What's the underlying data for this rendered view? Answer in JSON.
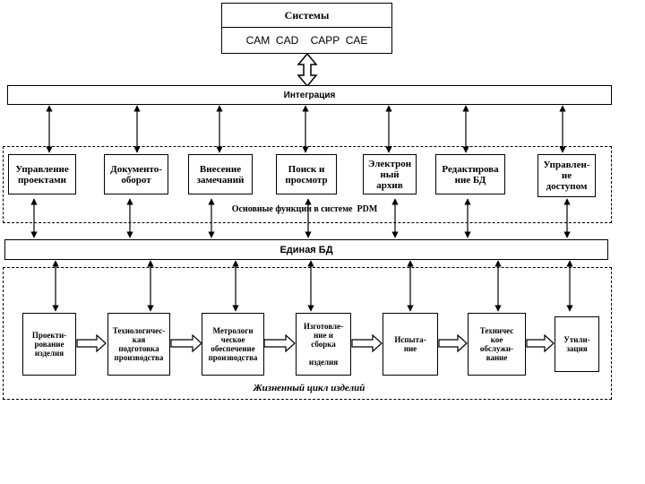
{
  "systems": {
    "title": "Системы",
    "list": "CAM  CAD    CAPP  CAE"
  },
  "integration": {
    "label": "Интеграция"
  },
  "pdm": {
    "caption": "Основные функции в системе  PDM",
    "functions": [
      "Управление\nпроектами",
      "Документо-\nоборот",
      "Внесение\nзамечаний",
      "Поиск и\nпросмотр",
      "Электрон\nный\nархив",
      "Редактирова\nние БД",
      "Управлен-\nие\nдоступом"
    ]
  },
  "db": {
    "label": "Единая БД"
  },
  "lifecycle": {
    "caption": "Жизненный цикл изделий",
    "stages": [
      "Проекти-\nрование\nизделия",
      "Технологичес-\nкая\nподготовка\nпроизводства",
      "Метрологи\nческое\nобеспечение\nпроизводства",
      "Изготовле-\nние и\nсборка\n\nизделия",
      "Испыта-\nние",
      "Техничес\nкое\nобслужи-\nвание",
      "Утили-\nзация"
    ]
  }
}
